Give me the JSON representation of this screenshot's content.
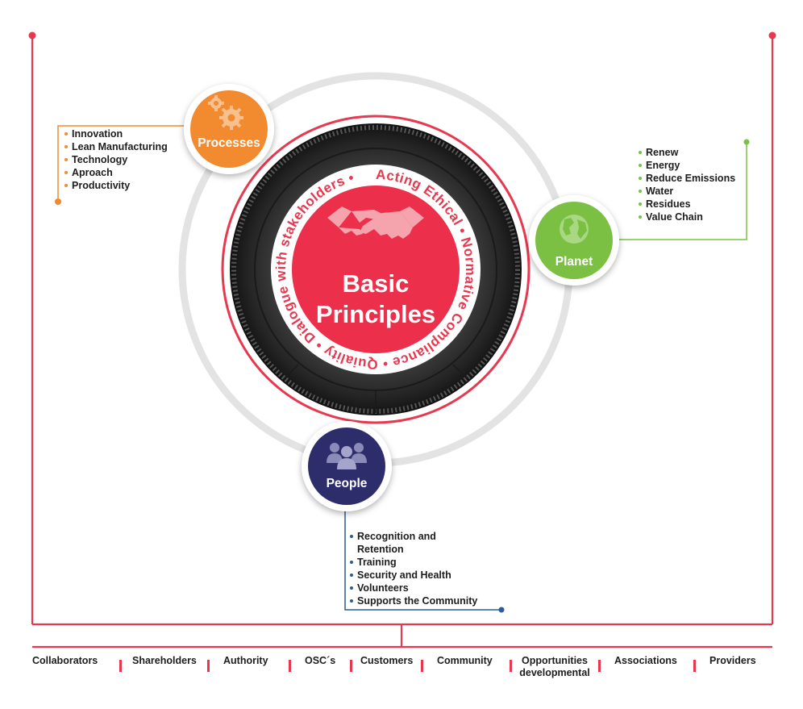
{
  "center": {
    "title_line1": "Basic",
    "title_line2": "Principles",
    "ring_text": "Acting Ethical • Normative Compliance • Quiality • Dialogue with stakeholders •"
  },
  "nodes": {
    "processes": {
      "label": "Processes",
      "color": "#f28a30",
      "icon": "gears-icon",
      "items": [
        "Innovation",
        "Lean Manufacturing",
        "Technology",
        "Aproach",
        "Productivity"
      ]
    },
    "planet": {
      "label": "Planet",
      "color": "#7bc043",
      "icon": "globe-icon",
      "items": [
        "Renew",
        "Energy",
        "Reduce Emissions",
        "Water",
        "Residues",
        "Value Chain"
      ]
    },
    "people": {
      "label": "People",
      "color": "#2e2d6b",
      "icon": "people-icon",
      "items": [
        "Recognition and",
        "Retention",
        "Training",
        "Security and Health",
        "Volunteers",
        "Supports the Community"
      ]
    }
  },
  "stakeholders": [
    "Collaborators",
    "Shareholders",
    "Authority",
    "OSC´s",
    "Customers",
    "Community",
    "Opportunities developmental",
    "Associations",
    "Providers"
  ],
  "colors": {
    "accent": "#e8384f",
    "tire": "#2b2b2b",
    "ring": "#e3e3e3"
  }
}
